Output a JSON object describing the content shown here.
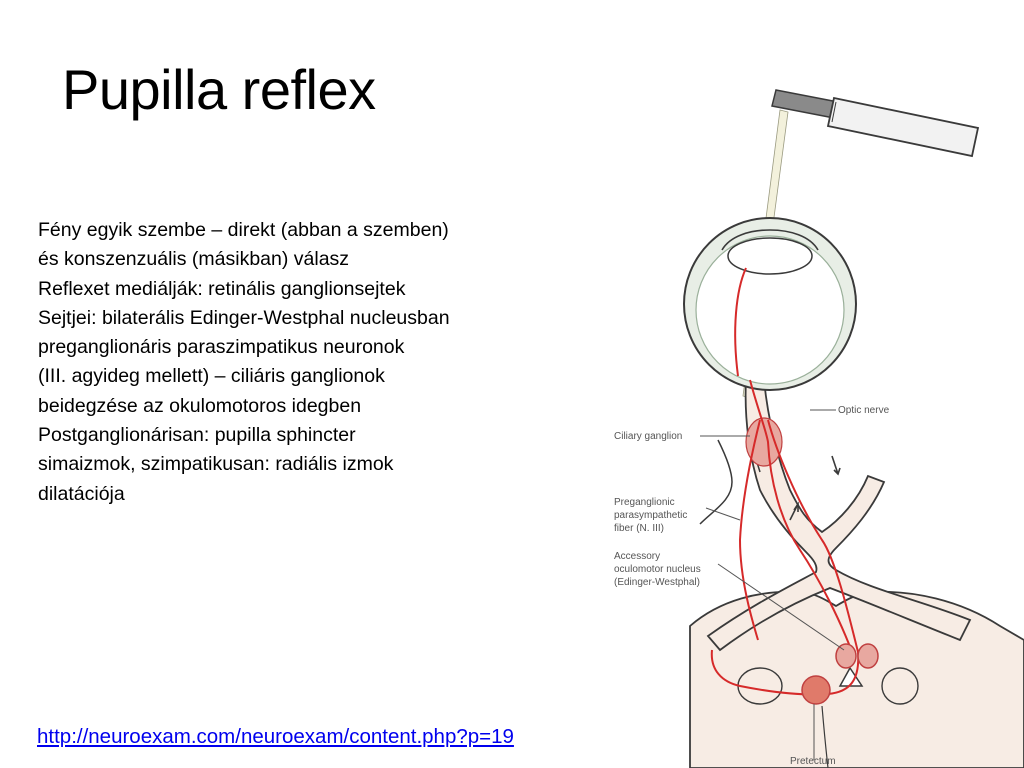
{
  "slide": {
    "title": "Pupilla reflex",
    "body_lines": [
      "Fény egyik szembe – direkt (abban a szemben)",
      "és konszenzuális (másikban) válasz",
      "Reflexet mediálják: retinális ganglionsejtek",
      "Sejtjei: bilaterális Edinger-Westphal nucleusban",
      "preganglionáris paraszimpatikus neuronok",
      "(III. agyideg mellett) – ciliáris ganglionok",
      "beidegzése az okulomotoros idegben",
      "Postganglionárisan: pupilla sphincter",
      "simaizmok, szimpatikusan: radiális izmok",
      "dilatációja"
    ],
    "source_link": "http://neuroexam.com/neuroexam/content.php?p=19"
  },
  "figure": {
    "labels": {
      "optic_nerve": "Optic nerve",
      "ciliary_ganglion": "Ciliary ganglion",
      "preganglionic_1": "Preganglionic",
      "preganglionic_2": "parasympathetic",
      "preganglionic_3": "fiber (N. III)",
      "accessory_1": "Accessory",
      "accessory_2": "oculomotor nucleus",
      "accessory_3": "(Edinger-Westphal)",
      "pretectum": "Pretectum"
    },
    "colors": {
      "tissue_fill": "#f7ece4",
      "outline": "#3a3a3a",
      "eye_fill": "#e8eee6",
      "pathway": "#d62a2a",
      "nucleus_fill": "#e07a6a"
    }
  }
}
